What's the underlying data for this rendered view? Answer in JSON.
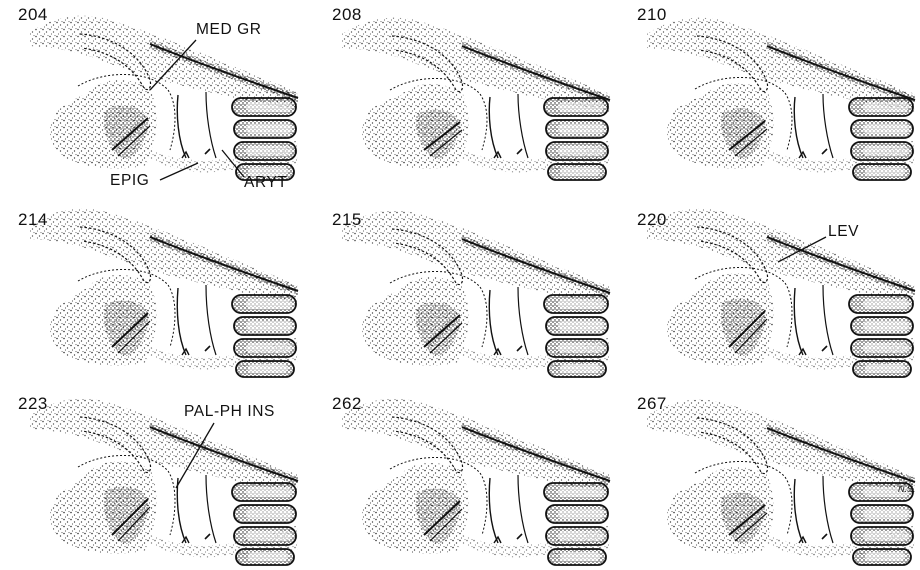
{
  "panels": [
    {
      "number": "204"
    },
    {
      "number": "208"
    },
    {
      "number": "210"
    },
    {
      "number": "214"
    },
    {
      "number": "215"
    },
    {
      "number": "220"
    },
    {
      "number": "223"
    },
    {
      "number": "262"
    },
    {
      "number": "267"
    }
  ],
  "labels": {
    "med_gr": "MED GR",
    "epig": "EPIG",
    "aryt": "ARYT",
    "lev": "LEV",
    "pal_ph_ins": "PAL-PH INS"
  },
  "artist_initials": "N.S."
}
